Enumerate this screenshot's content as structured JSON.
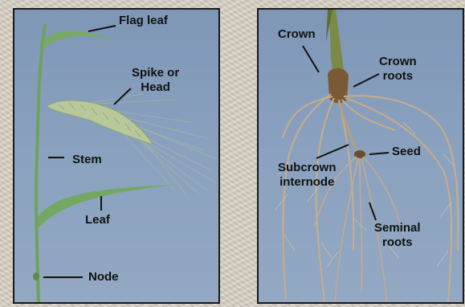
{
  "left_panel": {
    "labels": {
      "flag_leaf": "Flag leaf",
      "spike": "Spike or\nHead",
      "stem": "Stem",
      "leaf": "Leaf",
      "node": "Node"
    }
  },
  "right_panel": {
    "labels": {
      "crown": "Crown",
      "crown_roots": "Crown\nroots",
      "seed": "Seed",
      "subcrown_internode": "Subcrown\ninternode",
      "seminal_roots": "Seminal\nroots"
    }
  },
  "colors": {
    "panel_bg": "#89a1bf",
    "plant_green": "#6fa25a",
    "root_tan": "#c9ad8a",
    "crown_brown": "#7a5a35"
  }
}
